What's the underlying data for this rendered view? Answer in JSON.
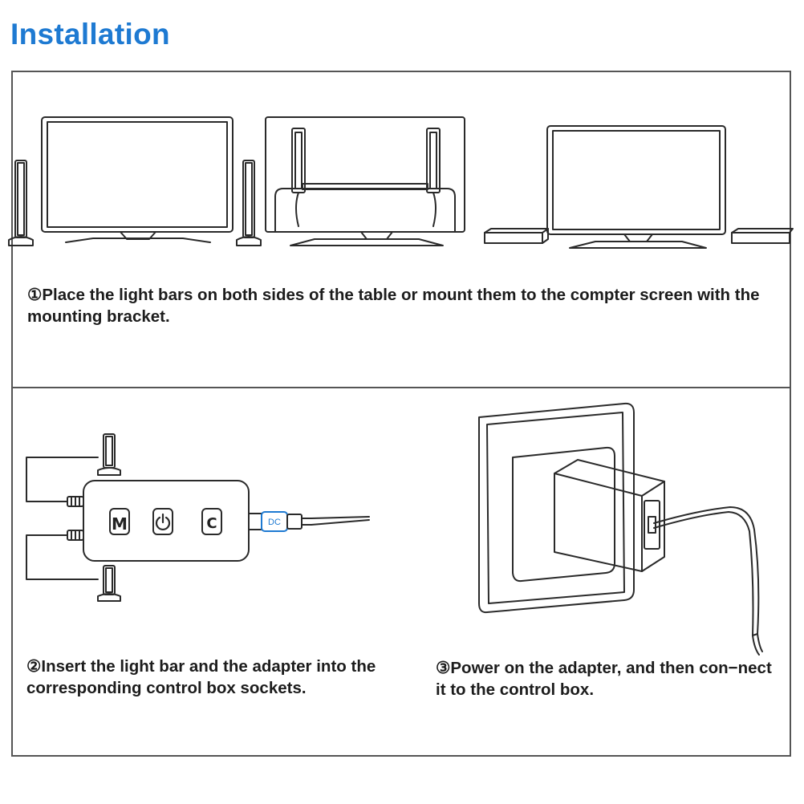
{
  "header": {
    "title": "Installation"
  },
  "steps": [
    {
      "caption": "①Place the light bars on both sides of the table or mount them to the  compter screen with the mounting bracket."
    },
    {
      "caption": "②Insert the light bar and the adapter into the corresponding control box sockets."
    },
    {
      "caption": "③Power on the adapter, and then con−nect it to the control box."
    }
  ],
  "control_box": {
    "buttons": [
      {
        "label": "M",
        "icon": "m-button"
      },
      {
        "label": "",
        "icon": "power-icon"
      },
      {
        "label": "C",
        "icon": "c-button"
      }
    ],
    "connector_label": "DC"
  },
  "colors": {
    "title": "#1e7ad2",
    "line": "#2a2a2a",
    "frame": "#555555",
    "connector": "#1e7ad2"
  }
}
